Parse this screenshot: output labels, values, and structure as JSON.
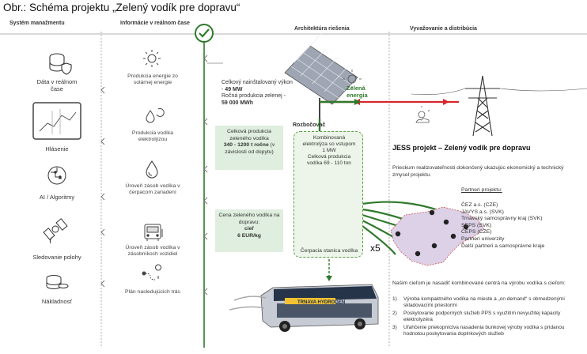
{
  "title": "Obr.: Schéma projektu „Zelený vodík pre dopravu“",
  "columns": {
    "management": "Systém manažmentu",
    "realtime": "Informácie v reálnom čase",
    "architecture": "Architektúra riešenia",
    "balancing": "Vyvažovanie a distribúcia"
  },
  "sidebar": [
    {
      "label": "Dáta v reálnom čase",
      "icon": "database-shield-icon"
    },
    {
      "label": "Hlásenie",
      "icon": "monitor-chart-icon"
    },
    {
      "label": "AI / Algoritmy",
      "icon": "brain-icon"
    },
    {
      "label": "Sledovanie polohy",
      "icon": "satellite-icon"
    },
    {
      "label": "Nákladnosť",
      "icon": "coins-icon"
    }
  ],
  "realtime_items": [
    {
      "label": "Produkcia energie zo solárnej energie",
      "icon": "sun-icon"
    },
    {
      "label": "Produkcia vodíka elektrolýzou",
      "icon": "water-drops-icon"
    },
    {
      "label": "Úroveň zásob vodíka v čerpacom zariadení",
      "icon": "water-drop-icon"
    },
    {
      "label": "Úroveň zásob vodíka v zásobníkoch vozidiel",
      "icon": "bus-front-icon"
    },
    {
      "label": "Plán nasledujúcich trás",
      "icon": "route-icon"
    }
  ],
  "architecture": {
    "capacity_label": "Celkový nainštalovaný výkon -",
    "capacity_value": "49 MW",
    "annual_label": "Ročná produkcia zelenej -",
    "annual_value": "59 000 MWh",
    "green_energy": "Zelená energia",
    "switchboard": "Rozbočovač",
    "box1_label": "Celková produkcia zeleného vodíka",
    "box1_value": "340 - 1200 t ročne",
    "box1_note": "(v závislosti od dopytu)",
    "box2_label": "Cena zeleného vodíka na dopravu:",
    "box2_target": "cieľ",
    "box2_value": "6 EUR/kg",
    "electrolysis_lines": [
      "Kombinovaná",
      "elektrolýza so vstupom",
      "1 MW",
      "Celková produkcia",
      "vodíka 69 - 110 ton"
    ],
    "station": "Čerpacia stanica vodíka",
    "multiplier": "x5",
    "bus_sign": "TRNAVA HYDROGEN"
  },
  "jess": {
    "title": "JESS projekt – Zelený vodík pre dopravu",
    "desc": "Prieskum realizovateľnosti dokončený ukazujúc ekonomický a technický zmysel projektu.",
    "partners_header": "Partneri projektu:",
    "partners": [
      "ČEZ a.s. (CZE)",
      "JAVYS a.s. (SVK)",
      "Trnavský samosprávny kraj (SVK)",
      "SEPS (SVK)",
      "ČEPS (CZE)",
      "Partneri univerzity",
      "Ďalší partneri a samosprávne kraje"
    ],
    "goal": "Našim cieľom je nasadiť kombinované centrá na výrobu vodíka s cieľom:",
    "goals": [
      "Výroba kompaktného vodíka na mieste a „on demand“ s obmedzenými skladovacími priestormi",
      "Poskytovanie podporných služieb PPS s využitím nevyužitej kapacity elektrolyzéra",
      "Uľahčenie priekopníctva nasadenia bunkovej výroby vodíka s pridanou hodnotou poskytovania doplnkových služieb"
    ]
  },
  "colors": {
    "green": "#5a9e44",
    "darkgreen": "#2f7a2c",
    "red": "#d9262b",
    "pale": "#dfeede"
  }
}
